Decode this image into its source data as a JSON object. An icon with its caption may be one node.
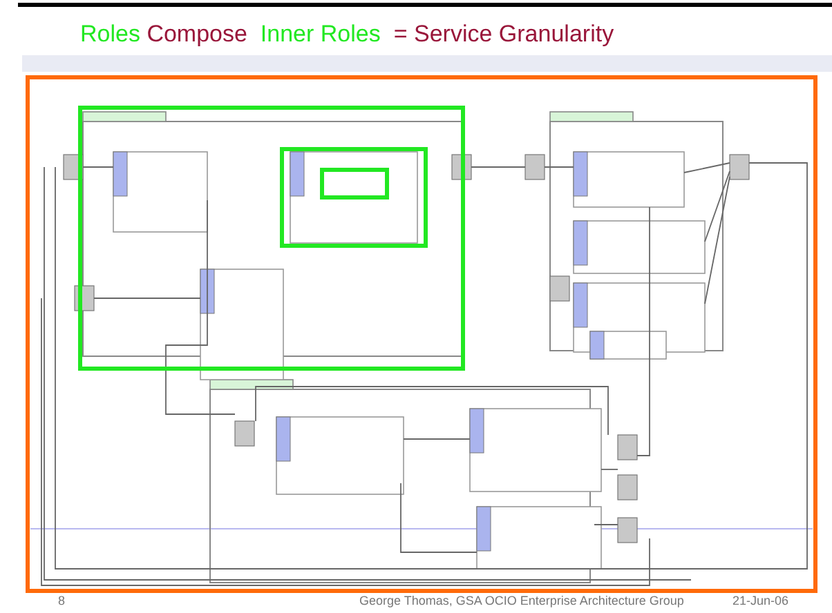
{
  "diagram": {
    "title": "Roles Compose Inner Roles = Service Granularity",
    "labels": [
      "8",
      "George Thomas, GSA OCIO Enterprise Architecture Group",
      "21-Jun-06"
    ]
  }
}
